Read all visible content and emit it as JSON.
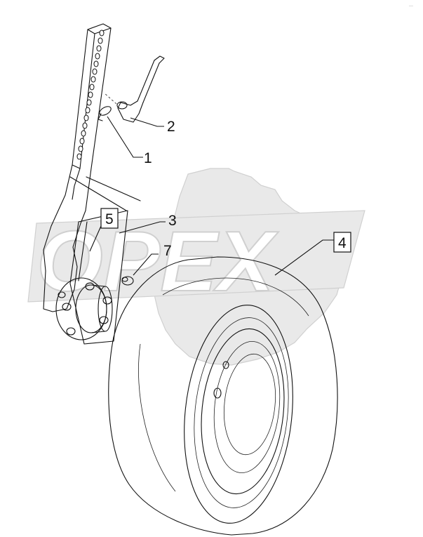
{
  "watermark": {
    "text": "OPEX"
  },
  "corner_mark": "…",
  "callouts": [
    {
      "id": "1",
      "label": "1",
      "boxed": false
    },
    {
      "id": "2",
      "label": "2",
      "boxed": false
    },
    {
      "id": "3",
      "label": "3",
      "boxed": false
    },
    {
      "id": "4",
      "label": "4",
      "boxed": true
    },
    {
      "id": "5",
      "label": "5",
      "boxed": true
    },
    {
      "id": "7",
      "label": "7",
      "boxed": false
    }
  ]
}
